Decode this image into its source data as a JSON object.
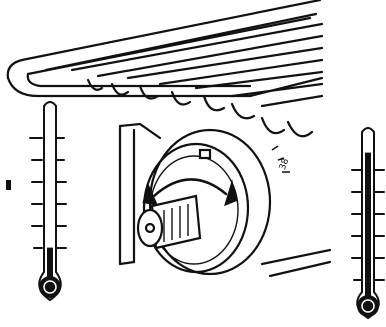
{
  "knob": {
    "scale_label": "38",
    "icon": "rotate-arrow-icon"
  },
  "thermometers": {
    "left": {
      "level": "low",
      "fill_fraction": 0.2
    },
    "right": {
      "level": "high",
      "fill_fraction": 0.9
    }
  },
  "colors": {
    "ink": "#111111",
    "background": "#ffffff"
  }
}
